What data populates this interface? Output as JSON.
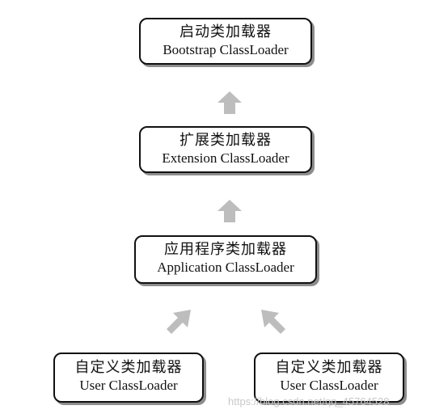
{
  "nodes": {
    "bootstrap": {
      "zh": "启动类加载器",
      "en": "Bootstrap ClassLoader"
    },
    "extension": {
      "zh": "扩展类加载器",
      "en": "Extension ClassLoader"
    },
    "application": {
      "zh": "应用程序类加载器",
      "en": "Application ClassLoader"
    },
    "user_1": {
      "zh": "自定义类加载器",
      "en": "User ClassLoader"
    },
    "user_2": {
      "zh": "自定义类加载器",
      "en": "User ClassLoader"
    }
  },
  "watermark": {
    "text": "https://blog.csdn.net/qq_45764528"
  },
  "colors": {
    "border": "#111111",
    "arrow": "#bdbdbd",
    "shadow": "#8d8d8d"
  },
  "icons": {
    "arrow_up": "arrow-up-icon",
    "arrow_up_right": "arrow-up-right-icon",
    "arrow_up_left": "arrow-up-left-icon"
  }
}
